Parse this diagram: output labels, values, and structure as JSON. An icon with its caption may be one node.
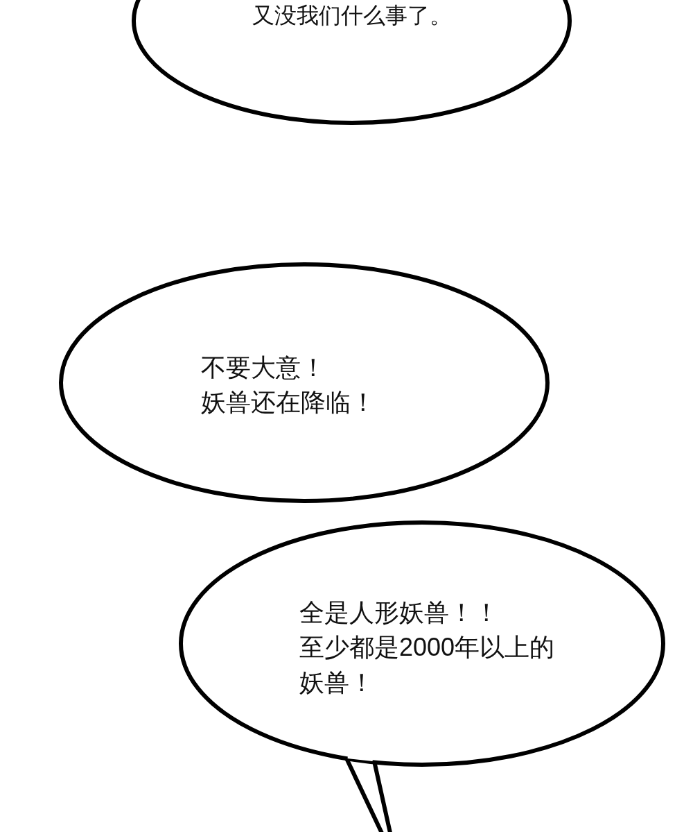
{
  "diagram": {
    "nodes": [
      {
        "text": [
          "又没我们什么事了。"
        ]
      },
      {
        "text": [
          "不要大意！",
          "妖兽还在降临！"
        ]
      },
      {
        "text": [
          "全是人形妖兽！！",
          "至少都是2000年以上的妖兽！"
        ]
      }
    ]
  }
}
